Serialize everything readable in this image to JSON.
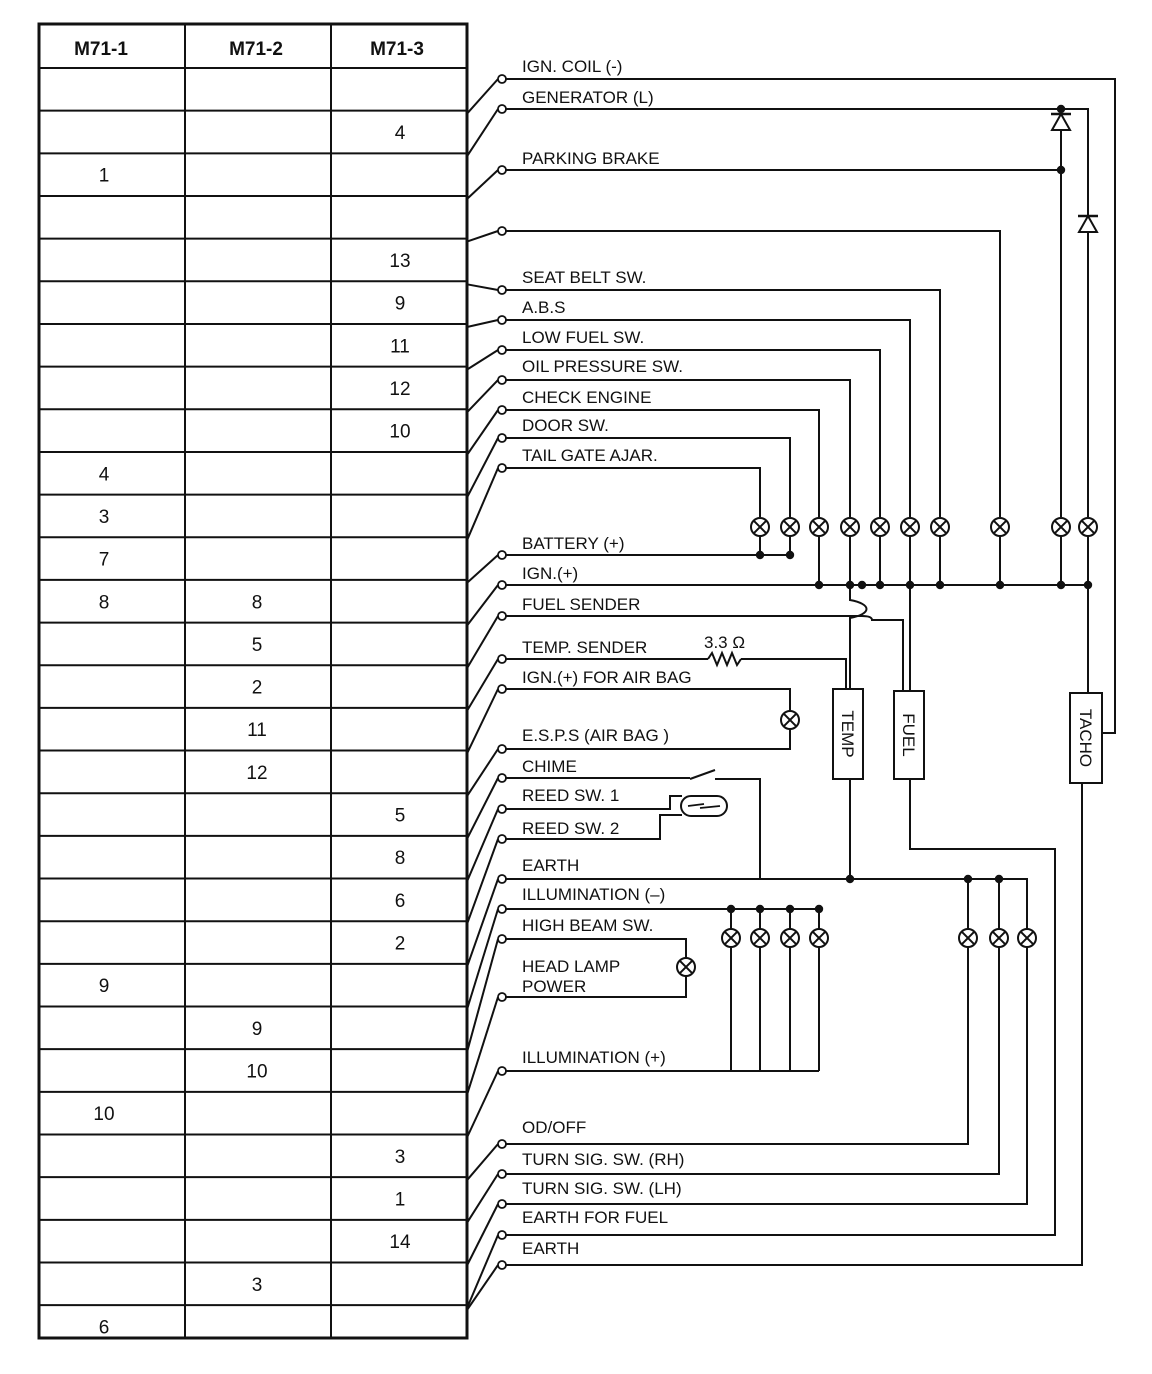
{
  "connectors": [
    "M71-1",
    "M71-2",
    "M71-3"
  ],
  "rows": [
    {
      "m1": "",
      "m2": "",
      "m3": ""
    },
    {
      "m1": "",
      "m2": "",
      "m3": "4"
    },
    {
      "m1": "1",
      "m2": "",
      "m3": ""
    },
    {
      "m1": "",
      "m2": "",
      "m3": ""
    },
    {
      "m1": "",
      "m2": "",
      "m3": "13"
    },
    {
      "m1": "",
      "m2": "",
      "m3": "9"
    },
    {
      "m1": "",
      "m2": "",
      "m3": "11"
    },
    {
      "m1": "",
      "m2": "",
      "m3": "12"
    },
    {
      "m1": "",
      "m2": "",
      "m3": "10"
    },
    {
      "m1": "4",
      "m2": "",
      "m3": ""
    },
    {
      "m1": "3",
      "m2": "",
      "m3": ""
    },
    {
      "m1": "7",
      "m2": "",
      "m3": ""
    },
    {
      "m1": "8",
      "m2": "8",
      "m3": ""
    },
    {
      "m1": "",
      "m2": "5",
      "m3": ""
    },
    {
      "m1": "",
      "m2": "2",
      "m3": ""
    },
    {
      "m1": "",
      "m2": "11",
      "m3": ""
    },
    {
      "m1": "",
      "m2": "12",
      "m3": ""
    },
    {
      "m1": "",
      "m2": "",
      "m3": "5"
    },
    {
      "m1": "",
      "m2": "",
      "m3": "8"
    },
    {
      "m1": "",
      "m2": "",
      "m3": "6"
    },
    {
      "m1": "",
      "m2": "",
      "m3": "2"
    },
    {
      "m1": "9",
      "m2": "",
      "m3": ""
    },
    {
      "m1": "",
      "m2": "9",
      "m3": ""
    },
    {
      "m1": "",
      "m2": "10",
      "m3": ""
    },
    {
      "m1": "10",
      "m2": "",
      "m3": ""
    },
    {
      "m1": "",
      "m2": "",
      "m3": "3"
    },
    {
      "m1": "",
      "m2": "",
      "m3": "1"
    },
    {
      "m1": "",
      "m2": "",
      "m3": "14"
    },
    {
      "m1": "",
      "m2": "3",
      "m3": ""
    },
    {
      "m1": "6",
      "m2": "",
      "m3": ""
    }
  ],
  "signals": [
    "IGN. COIL (-)",
    "GENERATOR (L)",
    "PARKING BRAKE",
    "",
    "SEAT BELT SW.",
    "A.B.S",
    "LOW FUEL SW.",
    "OIL PRESSURE SW.",
    "CHECK ENGINE",
    "DOOR SW.",
    "TAIL GATE AJAR.",
    "BATTERY (+)",
    "IGN.(+)",
    "FUEL SENDER",
    "TEMP. SENDER",
    "IGN.(+) FOR AIR BAG",
    "E.S.P.S (AIR BAG  )",
    "CHIME",
    "REED SW. 1",
    "REED SW. 2",
    "EARTH",
    "ILLUMINATION (–)",
    "HIGH BEAM SW.",
    "HEAD LAMP",
    "POWER",
    "ILLUMINATION (+)",
    "OD/OFF",
    "TURN SIG. SW. (RH)",
    "TURN SIG. SW. (LH)",
    "EARTH FOR  FUEL",
    "EARTH"
  ],
  "gauges": {
    "temp": "TEMP",
    "fuel": "FUEL",
    "tacho": "TACHO"
  },
  "resistor_label": "3.3 Ω"
}
